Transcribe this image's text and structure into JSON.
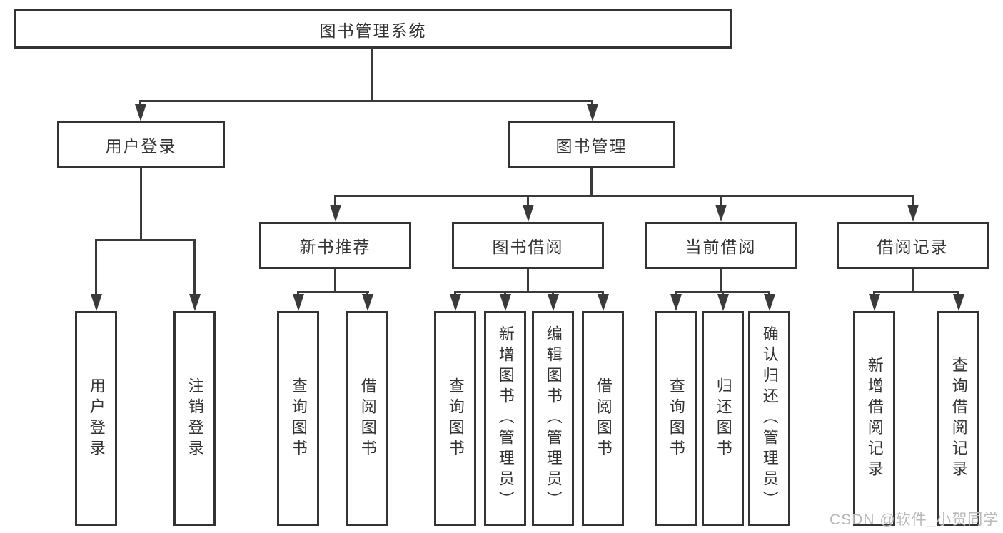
{
  "diagram_title": "图书管理系统",
  "tree": {
    "label": "图书管理系统",
    "children": [
      {
        "label": "用户登录",
        "children": [
          {
            "label": "用户登录"
          },
          {
            "label": "注销登录"
          }
        ]
      },
      {
        "label": "图书管理",
        "children": [
          {
            "label": "新书推荐",
            "children": [
              {
                "label": "查询图书"
              },
              {
                "label": "借阅图书"
              }
            ]
          },
          {
            "label": "图书借阅",
            "children": [
              {
                "label": "查询图书"
              },
              {
                "label": "新增图书（管理员）"
              },
              {
                "label": "编辑图书（管理员）"
              },
              {
                "label": "借阅图书"
              }
            ]
          },
          {
            "label": "当前借阅",
            "children": [
              {
                "label": "查询图书"
              },
              {
                "label": "归还图书"
              },
              {
                "label": "确认归还（管理员）"
              }
            ]
          },
          {
            "label": "借阅记录",
            "children": [
              {
                "label": "新增借阅记录"
              },
              {
                "label": "查询借阅记录"
              }
            ]
          }
        ]
      }
    ]
  },
  "watermark": {
    "text": "CSDN @软件_小贺同学"
  },
  "colors": {
    "background": "#ffffff",
    "box_border": "#333333",
    "connector_line": "#3a3a3a",
    "text": "#333333",
    "watermark_text": "#b9b9b9"
  }
}
